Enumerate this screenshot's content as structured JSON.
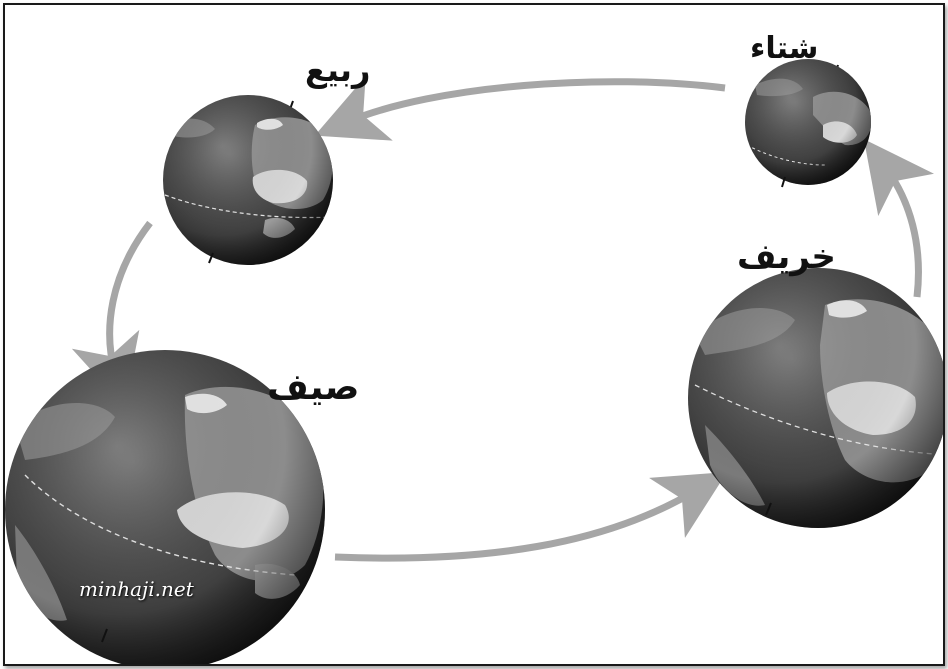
{
  "seasons": {
    "winter": "شتاء",
    "spring": "ربيع",
    "summer": "صيف",
    "autumn": "خريف"
  },
  "watermark": "minhaji.net",
  "colors": {
    "arrow": "#a6a6a6",
    "frame": "#1a1a1a",
    "ocean": "#4a4a4a",
    "land": "#8c8c8c",
    "desert": "#d8d8d8"
  }
}
